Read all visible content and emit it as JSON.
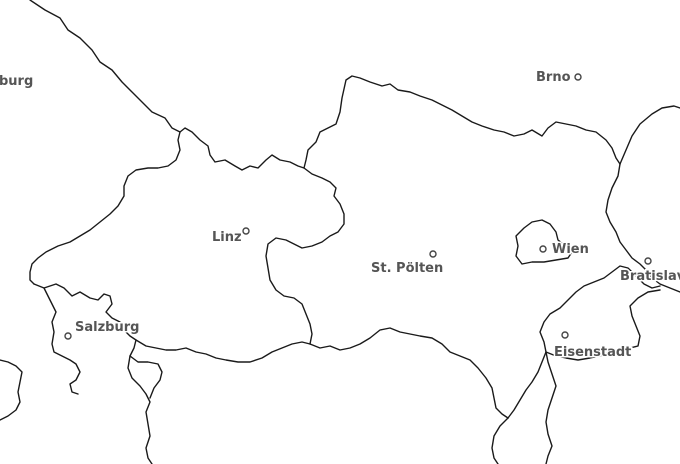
{
  "cities": [
    {
      "id": "brno",
      "name": "Brno"
    },
    {
      "id": "salzburg-edge",
      "name": "burg"
    },
    {
      "id": "linz",
      "name": "Linz"
    },
    {
      "id": "st-poelten",
      "name": "St. Pölten"
    },
    {
      "id": "wien",
      "name": "Wien"
    },
    {
      "id": "bratislava",
      "name": "Bratislav"
    },
    {
      "id": "salzburg",
      "name": "Salzburg"
    },
    {
      "id": "eisenstadt",
      "name": "Eisenstadt"
    }
  ]
}
